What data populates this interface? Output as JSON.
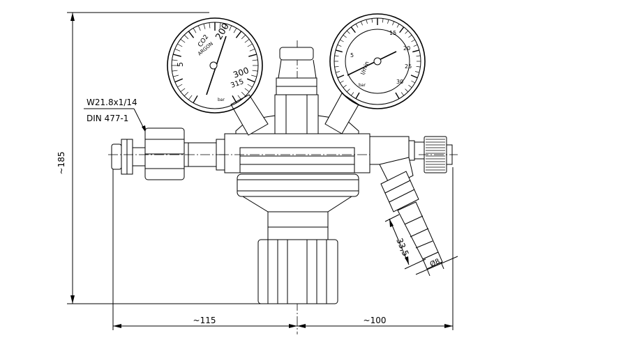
{
  "dimensions": {
    "height": "~185",
    "width_left": "~115",
    "width_right": "~100",
    "hose_length": "33,5",
    "hose_diameter": "Ø8"
  },
  "inlet_label": {
    "line1": "W21.8x1/14",
    "line2": "DIN 477-1"
  },
  "left_gauge": {
    "scale_labels": [
      "5",
      "200",
      "300",
      "315"
    ],
    "gas_label": "CO2",
    "gas_label2": "ARGON",
    "unit_label": "bar"
  },
  "right_gauge": {
    "scale_labels": [
      "5",
      "15",
      "20",
      "25",
      "30"
    ],
    "unit_label": "l/min",
    "unit_label2": "bar"
  }
}
